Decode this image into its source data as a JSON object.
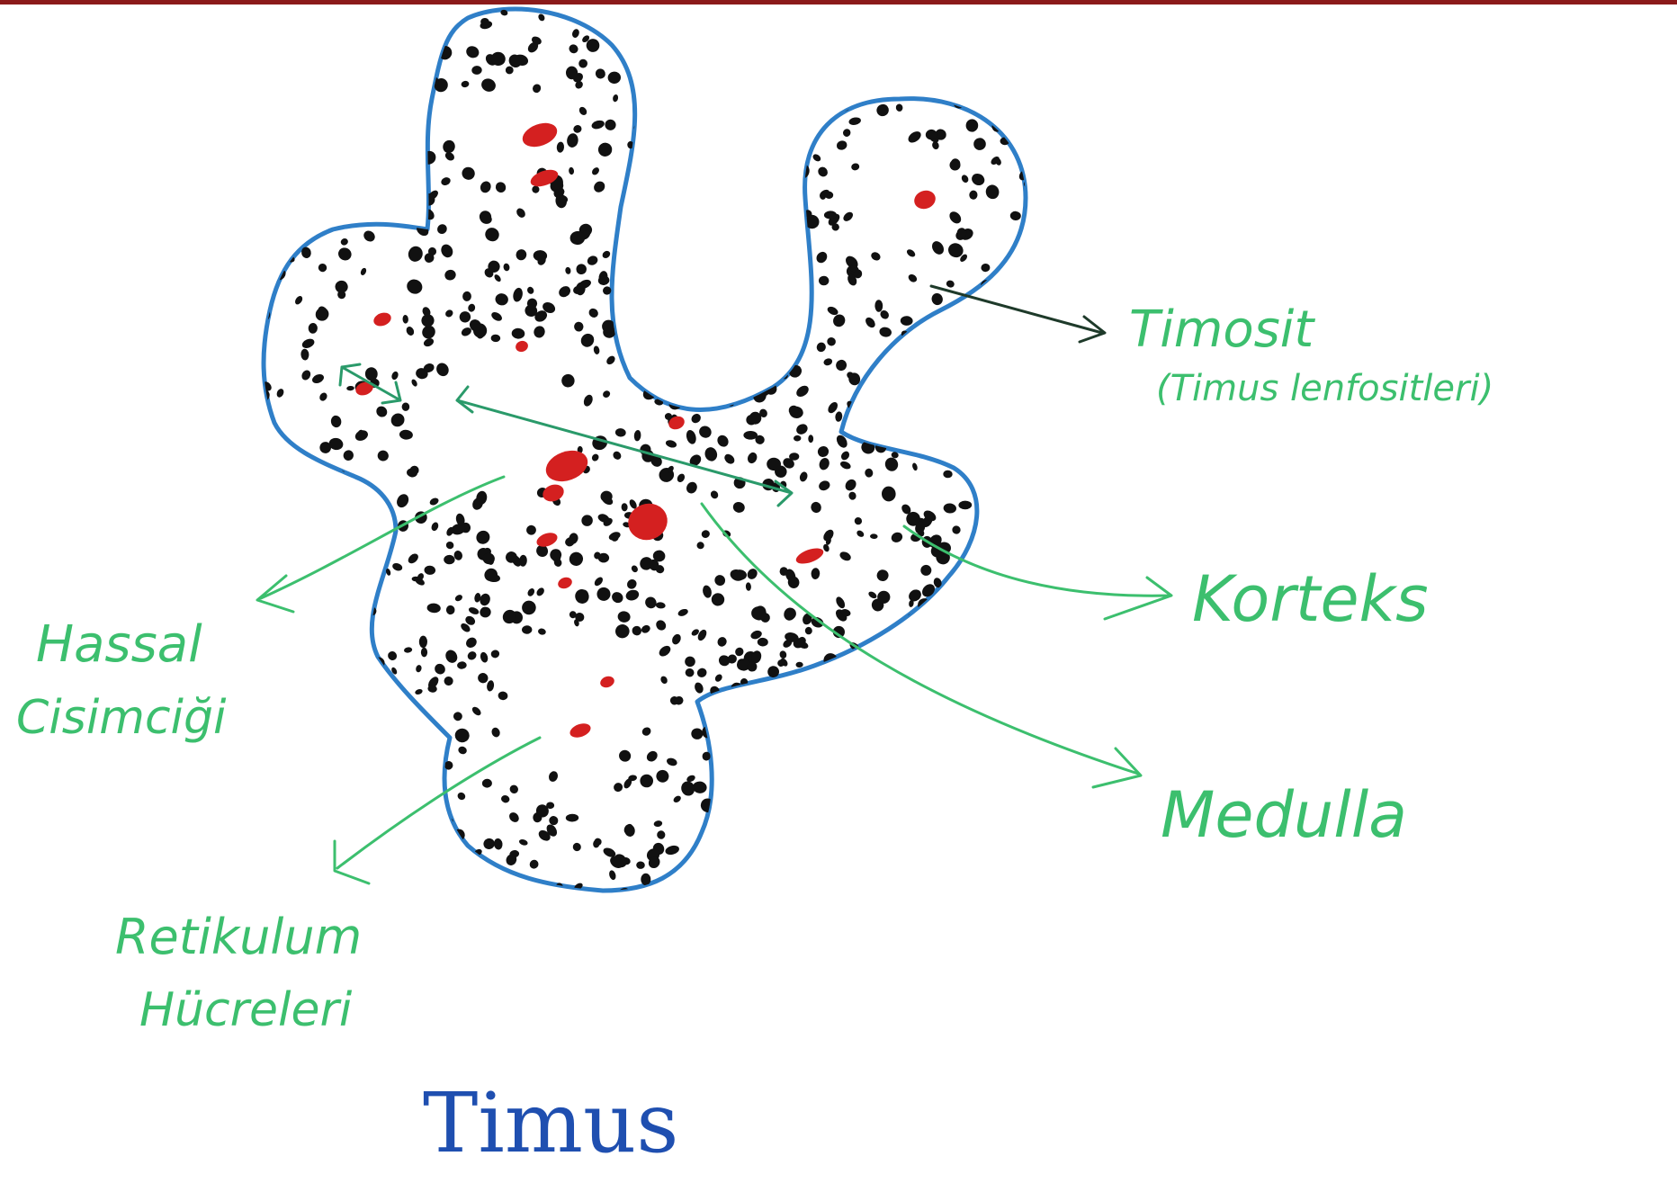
{
  "colors": {
    "outline": "#2f7fc8",
    "cells": "#111111",
    "hassall": "#d42020",
    "labels": "#3cbf6e",
    "scale_arrow": "#2a9a6a",
    "title": "#1f4fb0",
    "top_bar": "#8b1a1a"
  },
  "labels": {
    "timosit": "Timosit",
    "timosit_sub": "(Timus lenfositleri)",
    "korteks": "Korteks",
    "medulla": "Medulla",
    "hassal_1": "Hassal",
    "hassal_2": "Cisimciği",
    "retikulum_1": "Retikulum",
    "retikulum_2": "Hücreleri"
  },
  "title": "Timus"
}
